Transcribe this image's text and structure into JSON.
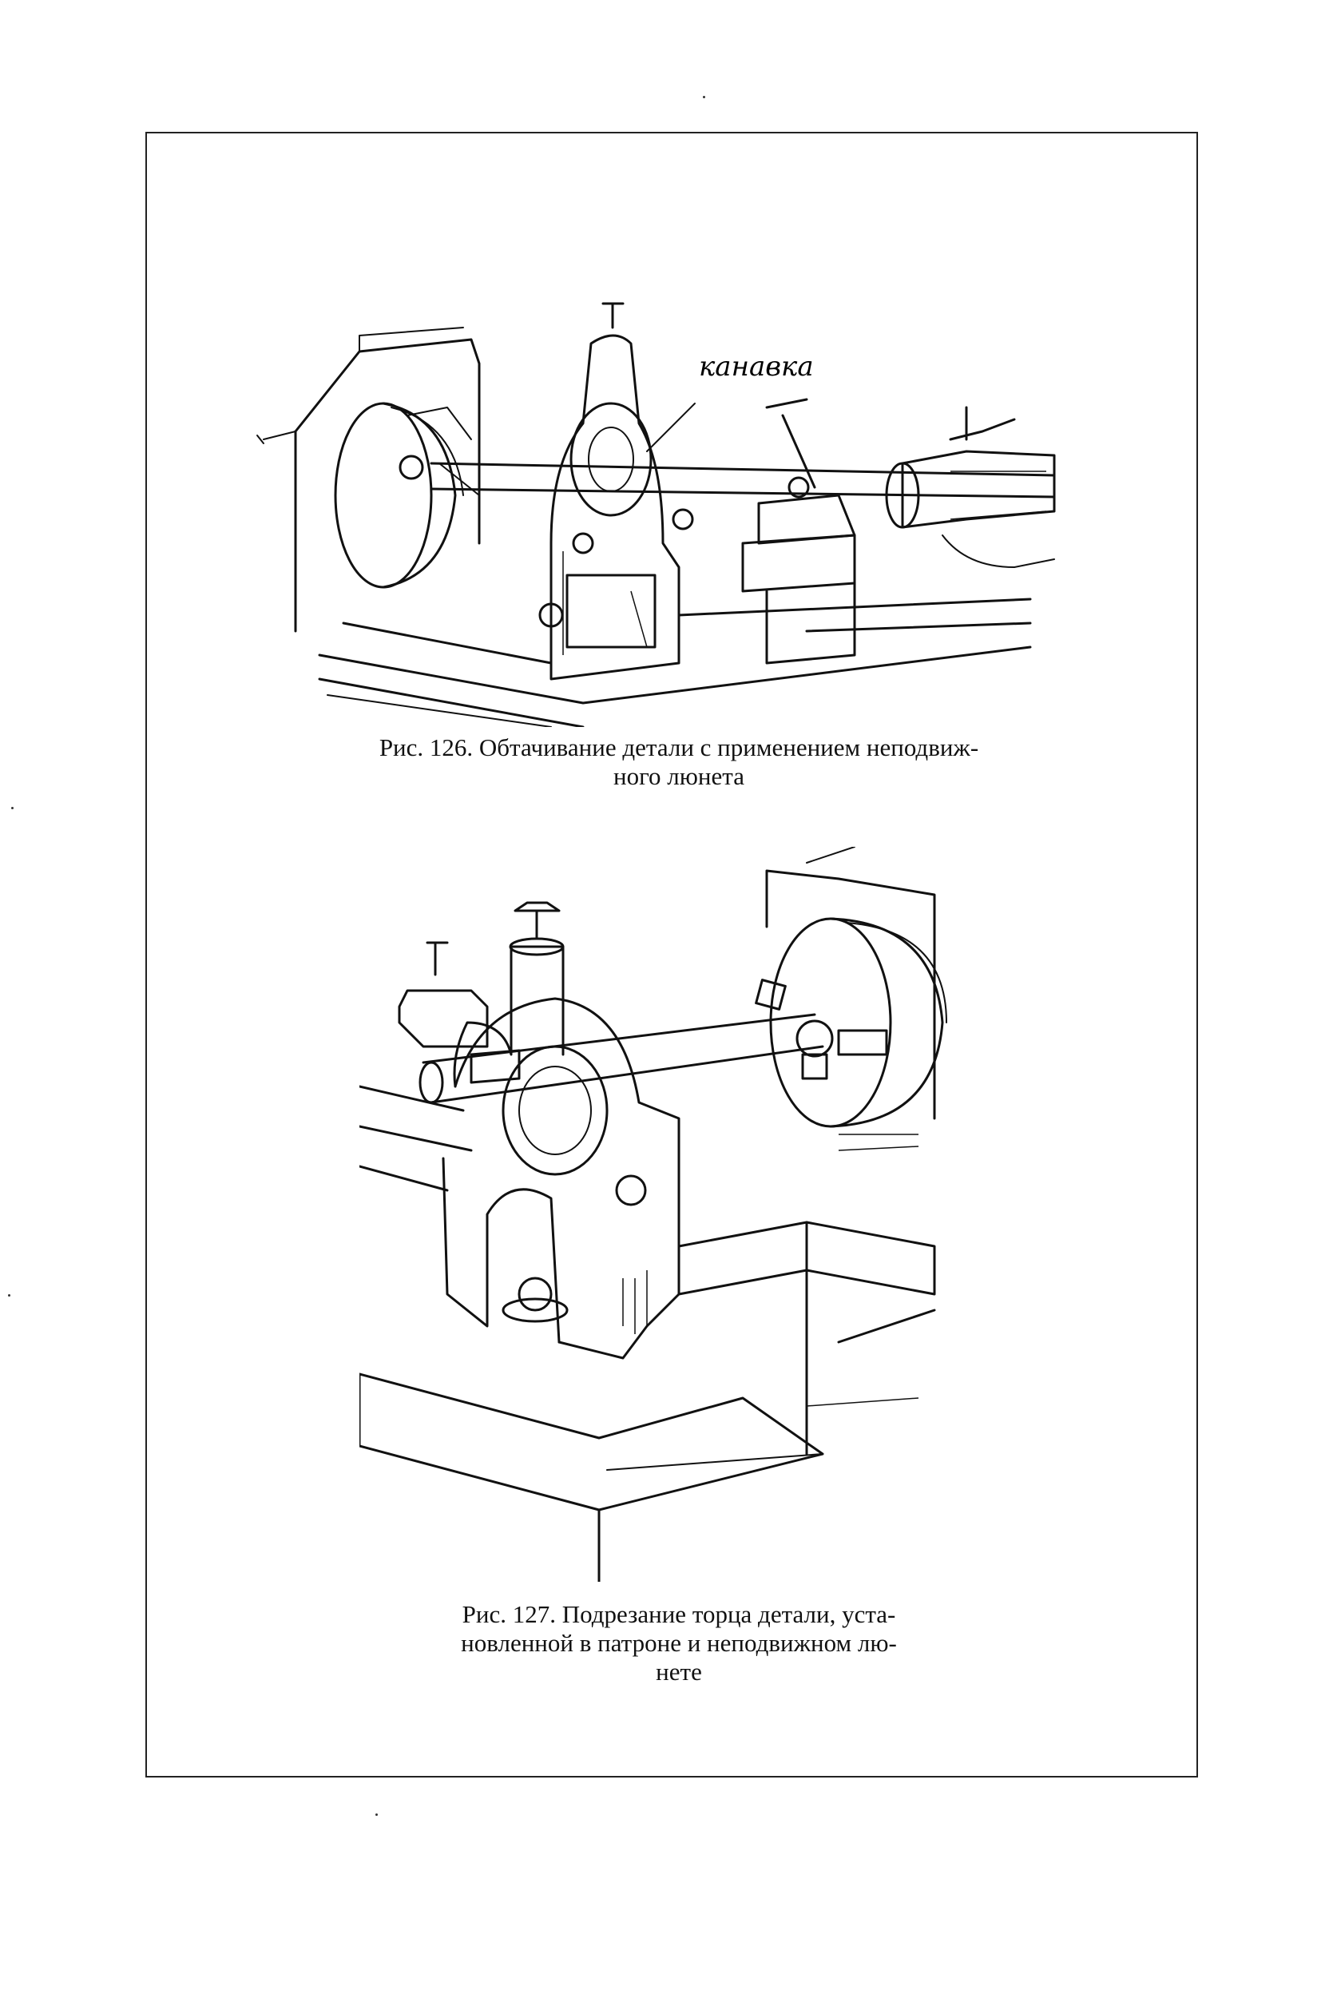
{
  "figures": [
    {
      "caption_lines": [
        "Рис. 126. Обтачивание  детали с применением  неподвиж-",
        "ного люнета"
      ],
      "callout": "канавка"
    },
    {
      "caption_lines": [
        "Рис. 127. Подрезание торца детали, уста-",
        "новленной в патроне и неподвижном лю-",
        "нете"
      ]
    }
  ]
}
